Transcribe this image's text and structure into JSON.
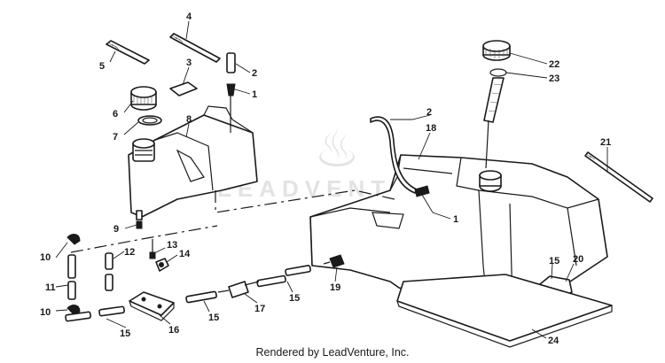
{
  "diagram": {
    "callouts": [
      "1",
      "1",
      "2",
      "2",
      "3",
      "4",
      "5",
      "6",
      "7",
      "8",
      "9",
      "10",
      "10",
      "11",
      "12",
      "13",
      "14",
      "15",
      "15",
      "15",
      "15",
      "16",
      "17",
      "18",
      "19",
      "20",
      "21",
      "22",
      "23",
      "24"
    ]
  },
  "watermark": {
    "text": "LEADVENTURE"
  },
  "footer": {
    "credit": "Rendered by LeadVenture, Inc."
  }
}
